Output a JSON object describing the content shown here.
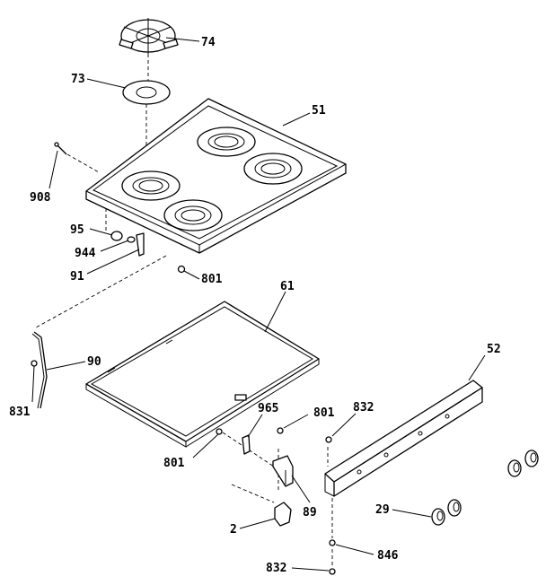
{
  "labels": {
    "p74": "74",
    "p73": "73",
    "p51": "51",
    "p908": "908",
    "p95": "95",
    "p944": "944",
    "p91": "91",
    "p801a": "801",
    "p61": "61",
    "p90": "90",
    "p831": "831",
    "p52": "52",
    "p965": "965",
    "p801b": "801",
    "p832a": "832",
    "p801c": "801",
    "p89": "89",
    "p2": "2",
    "p29": "29",
    "p846": "846",
    "p832b": "832"
  }
}
